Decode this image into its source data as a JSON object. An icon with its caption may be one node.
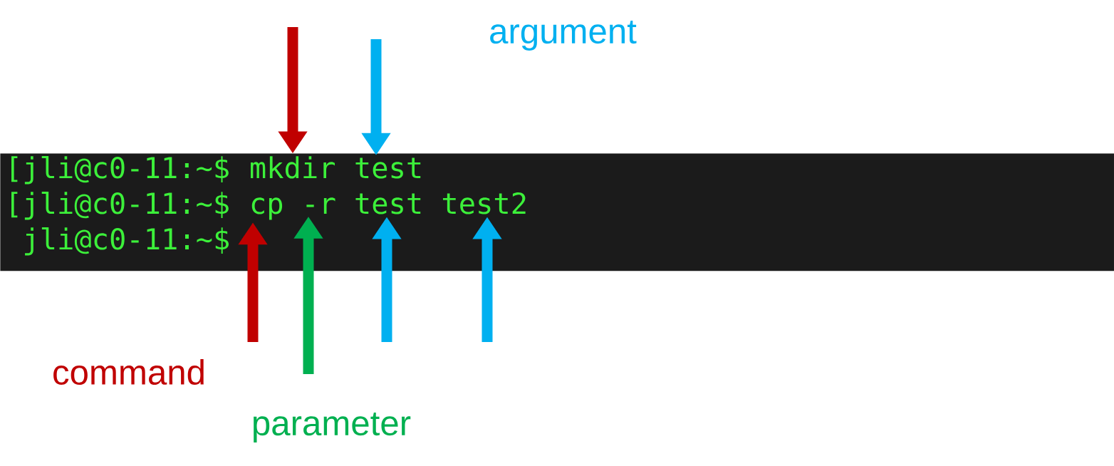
{
  "diagram": {
    "nodes": [
      {
        "text": [],
        "shape": "box"
      },
      {
        "text": [
          "[jli@c0-11:~$"
        ],
        "in": 0
      },
      {
        "text": [
          "mkdir"
        ],
        "in": 0
      },
      {
        "text": [
          "test"
        ],
        "in": 0
      },
      {
        "text": [
          "[jli@c0-11:~$"
        ],
        "in": 0
      },
      {
        "text": [
          "cp"
        ],
        "in": 0
      },
      {
        "text": [
          "-r"
        ],
        "in": 0
      },
      {
        "text": [
          "test"
        ],
        "in": 0
      },
      {
        "text": [
          "test2"
        ],
        "in": 0
      },
      {
        "text": [
          "jli@c0-11:~$"
        ],
        "in": 0
      }
    ],
    "edges": [
      {
        "from": null,
        "to": 2,
        "arrow": "to",
        "color": "#c00000"
      },
      {
        "from": null,
        "to": 3,
        "arrow": "to",
        "color": "#00b0f0"
      },
      {
        "from": null,
        "to": 5,
        "arrow": "to",
        "color": "#c00000"
      },
      {
        "from": null,
        "to": 6,
        "arrow": "to",
        "color": "#00b050"
      },
      {
        "from": null,
        "to": 7,
        "arrow": "to",
        "color": "#00b0f0"
      },
      {
        "from": null,
        "to": 8,
        "arrow": "to",
        "color": "#00b0f0"
      }
    ],
    "labels": [
      "argument",
      "command",
      "parameter"
    ]
  }
}
